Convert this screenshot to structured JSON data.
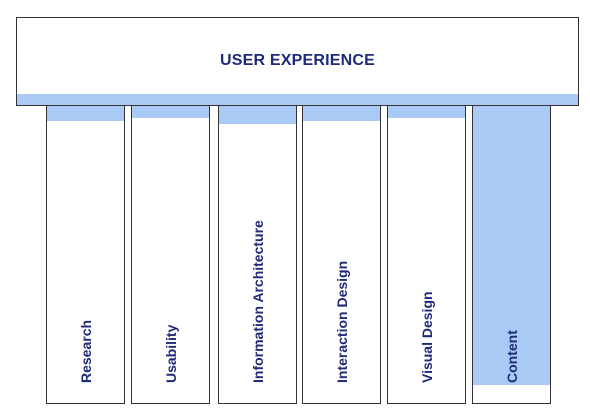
{
  "header": {
    "title": "USER EXPERIENCE"
  },
  "pillars": [
    {
      "label": "Research",
      "highlight_fill": 0.05
    },
    {
      "label": "Usability",
      "highlight_fill": 0.04
    },
    {
      "label": "Information Architecture",
      "highlight_fill": 0.06
    },
    {
      "label": "Interaction Design",
      "highlight_fill": 0.05
    },
    {
      "label": "Visual Design",
      "highlight_fill": 0.04
    },
    {
      "label": "Content",
      "highlight_fill": 0.94
    }
  ],
  "colors": {
    "band": "#a8caf5",
    "text": "#1f2a78",
    "border": "#333333"
  }
}
